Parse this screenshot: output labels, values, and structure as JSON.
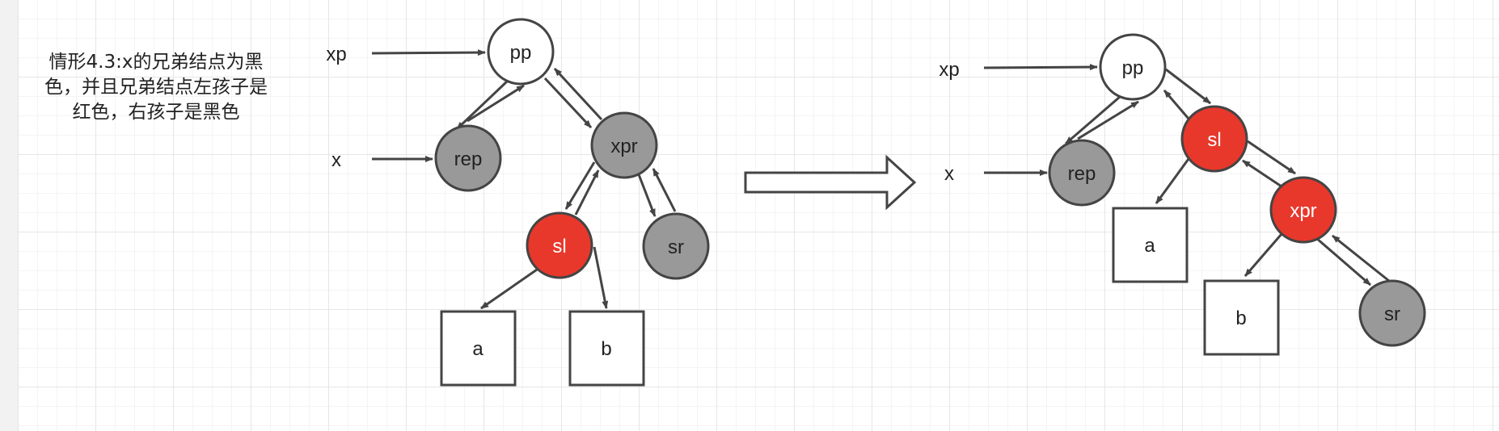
{
  "caption": {
    "lines": [
      "情形4.3:x的兄弟结点为黑",
      "色，并且兄弟结点左孩子是",
      "红色，右孩子是黑色"
    ]
  },
  "colors": {
    "black_node": "#999999",
    "red_node": "#e8382b",
    "white_node": "#ffffff",
    "stroke": "#444444",
    "text_on_red": "#ffffff",
    "text": "#222222"
  },
  "before": {
    "pointer_labels": {
      "xp": "xp",
      "x": "x"
    },
    "nodes": {
      "pp": {
        "label": "pp",
        "color": "white"
      },
      "rep": {
        "label": "rep",
        "color": "black"
      },
      "xpr": {
        "label": "xpr",
        "color": "black"
      },
      "sl": {
        "label": "sl",
        "color": "red"
      },
      "sr": {
        "label": "sr",
        "color": "black"
      },
      "a": {
        "label": "a"
      },
      "b": {
        "label": "b"
      }
    }
  },
  "after": {
    "pointer_labels": {
      "xp": "xp",
      "x": "x"
    },
    "nodes": {
      "pp": {
        "label": "pp",
        "color": "white"
      },
      "rep": {
        "label": "rep",
        "color": "black"
      },
      "sl": {
        "label": "sl",
        "color": "red"
      },
      "xpr": {
        "label": "xpr",
        "color": "red"
      },
      "sr": {
        "label": "sr",
        "color": "black"
      },
      "a": {
        "label": "a"
      },
      "b": {
        "label": "b"
      }
    }
  },
  "transition_arrow_icon": "hollow-right-arrow-icon"
}
